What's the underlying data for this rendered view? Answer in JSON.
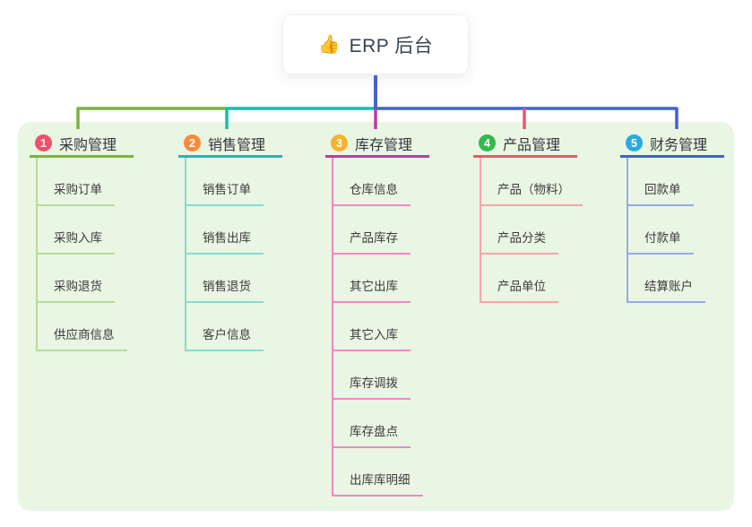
{
  "root": {
    "icon_glyph": "👍",
    "label": "ERP 后台"
  },
  "canvas": {
    "panel_bg": "#e9f6e3",
    "trunk_color": "#4a62cd"
  },
  "branches": [
    {
      "index": "1",
      "label": "采购管理",
      "badge_color": "#f0506a",
      "line_color": "#7db343",
      "child_line_color": "#b7db9b",
      "children": [
        "采购订单",
        "采购入库",
        "采购退货",
        "供应商信息"
      ]
    },
    {
      "index": "2",
      "label": "销售管理",
      "badge_color": "#fa8a3d",
      "line_color": "#17bdb1",
      "child_line_color": "#86dbd2",
      "children": [
        "销售订单",
        "销售出库",
        "销售退货",
        "客户信息"
      ]
    },
    {
      "index": "3",
      "label": "库存管理",
      "badge_color": "#f7b32b",
      "line_color": "#c23a9e",
      "child_line_color": "#f089c6",
      "children": [
        "仓库信息",
        "产品库存",
        "其它出库",
        "其它入库",
        "库存调拨",
        "库存盘点",
        "出库库明细"
      ]
    },
    {
      "index": "4",
      "label": "产品管理",
      "badge_color": "#33b94c",
      "line_color": "#f25565",
      "child_line_color": "#f9a3ab",
      "children": [
        "产品（物料）",
        "产品分类",
        "产品单位"
      ]
    },
    {
      "index": "5",
      "label": "财务管理",
      "badge_color": "#2aa9de",
      "line_color": "#3f62d2",
      "child_line_color": "#96abe4",
      "children": [
        "回款单",
        "付款单",
        "结算账户"
      ]
    }
  ]
}
